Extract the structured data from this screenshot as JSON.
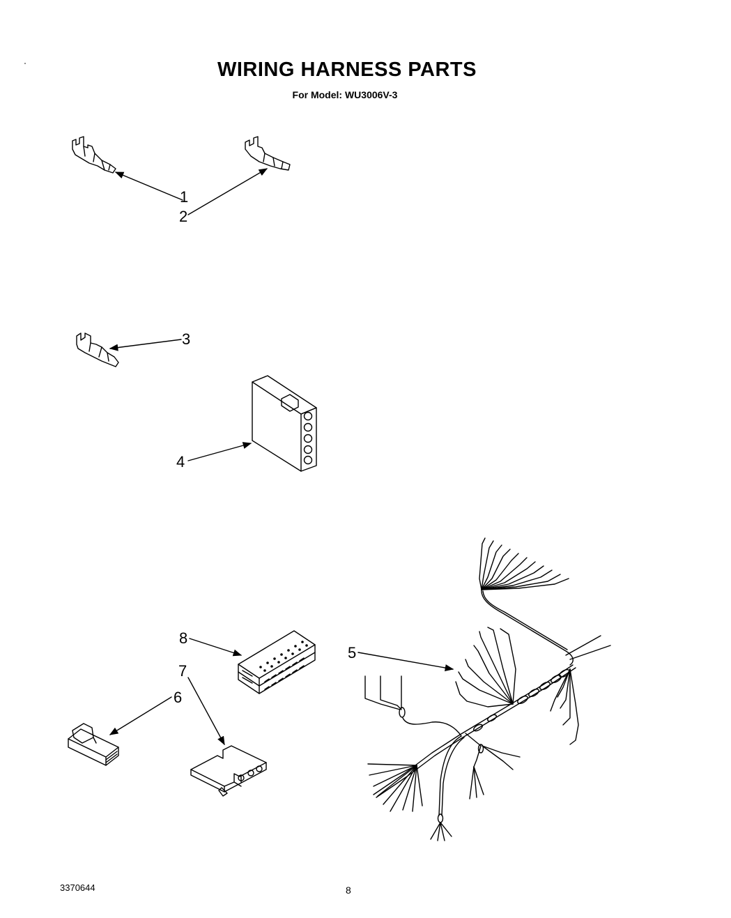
{
  "header": {
    "title": "WIRING HARNESS PARTS",
    "subtitle": "For Model: WU3006V-3"
  },
  "callouts": {
    "c1": "1",
    "c2": "2",
    "c3": "3",
    "c4": "4",
    "c5": "5",
    "c6": "6",
    "c7": "7",
    "c8": "8"
  },
  "footer": {
    "doc_number": "3370644",
    "page_number": "8"
  }
}
